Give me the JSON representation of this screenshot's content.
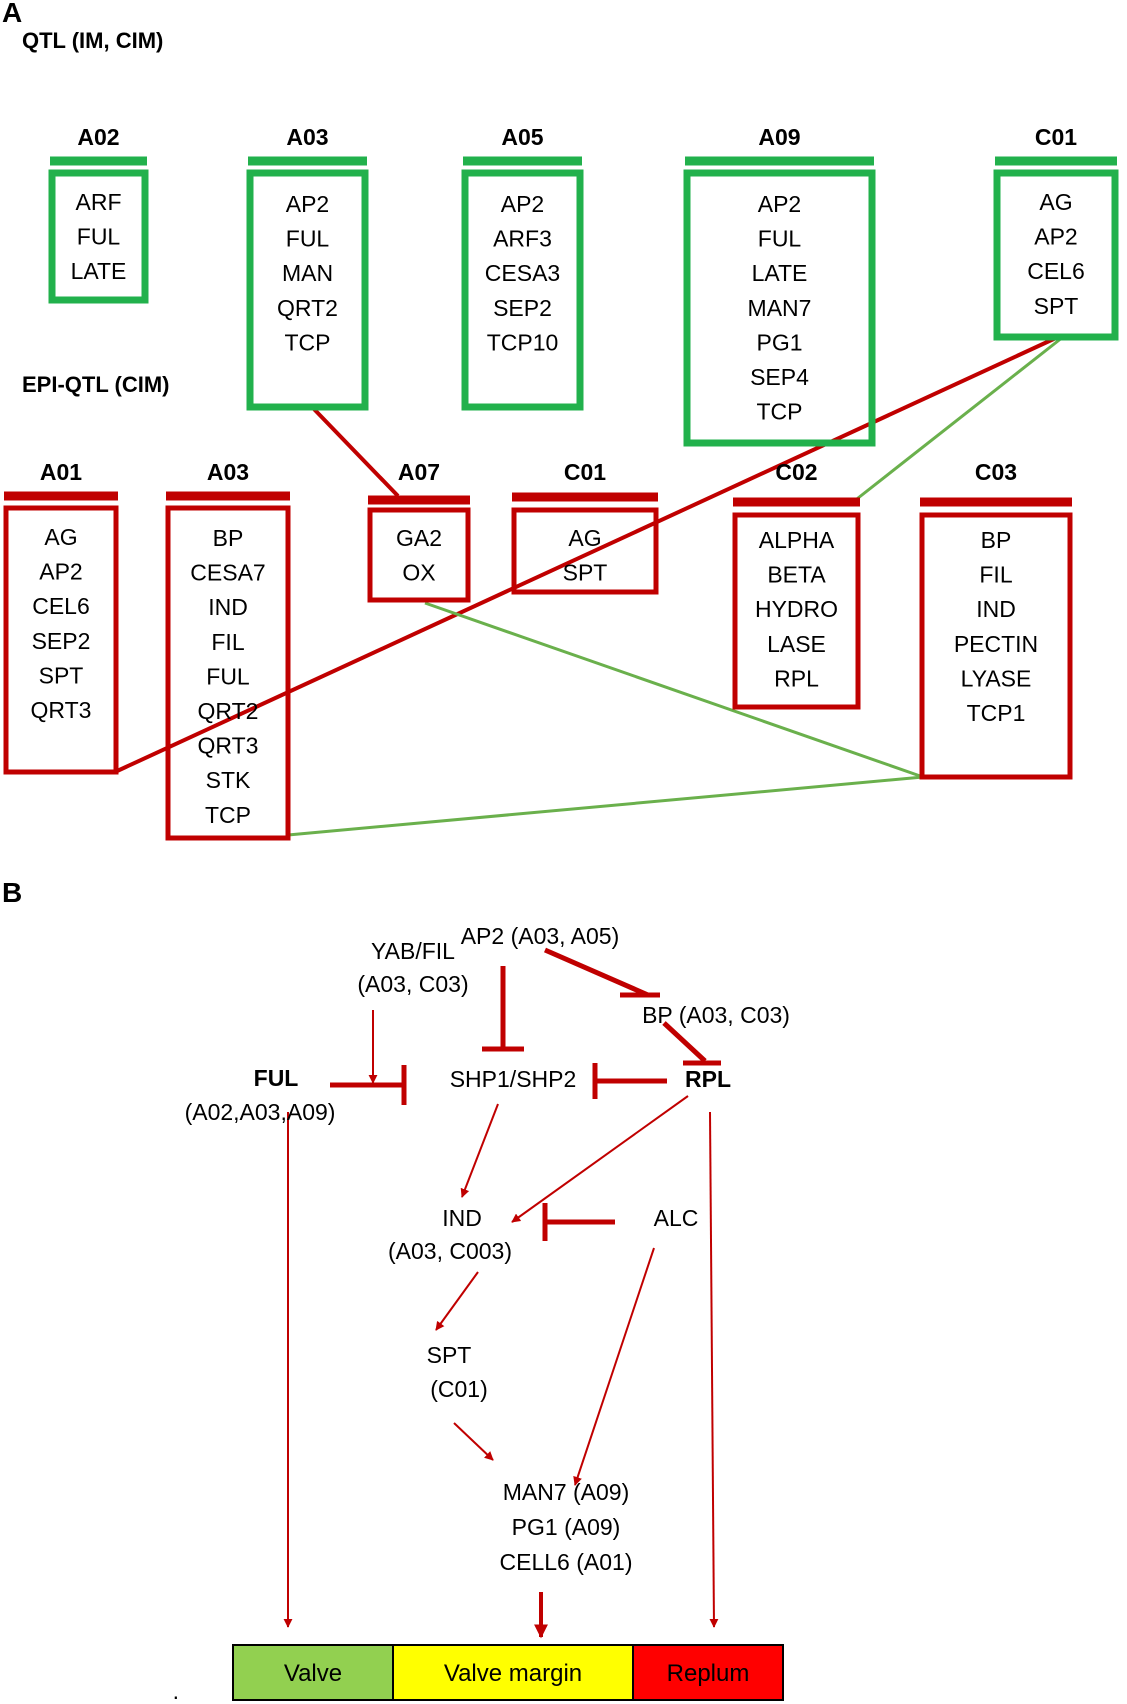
{
  "panel_a": {
    "label": "A",
    "qtl_title": "QTL (IM, CIM)",
    "epi_title": "EPI-QTL (CIM)",
    "qtl_groups": [
      {
        "chrom": "A02",
        "genes": [
          "ARF",
          "FUL",
          "LATE"
        ]
      },
      {
        "chrom": "A03",
        "genes": [
          "AP2",
          "FUL",
          "MAN",
          "QRT2",
          "TCP"
        ]
      },
      {
        "chrom": "A05",
        "genes": [
          "AP2",
          "ARF3",
          "CESA3",
          "SEP2",
          "TCP10"
        ]
      },
      {
        "chrom": "A09",
        "genes": [
          "AP2",
          "FUL",
          "LATE",
          "MAN7",
          "PG1",
          "SEP4",
          "TCP"
        ]
      },
      {
        "chrom": "C01",
        "genes": [
          "AG",
          "AP2",
          "CEL6",
          "SPT"
        ]
      }
    ],
    "epi_groups": [
      {
        "chrom": "A01",
        "genes": [
          "AG",
          "AP2",
          "CEL6",
          "SEP2",
          "SPT",
          "QRT3"
        ]
      },
      {
        "chrom": "A03",
        "genes": [
          "BP",
          "CESA7",
          "IND",
          "FIL",
          "FUL",
          "QRT2",
          "QRT3",
          "STK",
          "TCP"
        ]
      },
      {
        "chrom": "A07",
        "genes": [
          "GA2",
          "OX"
        ]
      },
      {
        "chrom": "C01",
        "genes": [
          "AG",
          "SPT"
        ]
      },
      {
        "chrom": "C02",
        "genes": [
          "ALPHA",
          "BETA",
          "HYDRO",
          "LASE",
          "RPL"
        ]
      },
      {
        "chrom": "C03",
        "genes": [
          "BP",
          "FIL",
          "IND",
          "PECTIN",
          "LYASE",
          "TCP1"
        ]
      }
    ],
    "colors": {
      "qtl": "#22b14c",
      "epi": "#c00000",
      "link_green": "#6ab04c",
      "link_red": "#c00000"
    }
  },
  "panel_b": {
    "label": "B",
    "nodes": {
      "ap2": "AP2 (A03, A05)",
      "yab_1": "YAB/FIL",
      "yab_2": "(A03, C03)",
      "bp": "BP (A03, C03)",
      "ful_1": "FUL",
      "ful_2": "(A02,A03,A09)",
      "shp": "SHP1/SHP2",
      "rpl": "RPL",
      "ind_1": "IND",
      "ind_2": "(A03, C003)",
      "alc": "ALC",
      "spt_1": "SPT",
      "spt_2": "(C01)",
      "man7": "MAN7 (A09)",
      "pg1": "PG1 (A09)",
      "cell6": "CELL6 (A01)"
    },
    "bar": [
      {
        "label": "Valve",
        "color": "#92d050"
      },
      {
        "label": "Valve margin",
        "color": "#ffff00"
      },
      {
        "label": "Replum",
        "color": "#ff0000"
      }
    ],
    "dot": "·",
    "colors": {
      "ful": "#22b14c",
      "rpl": "#e02020",
      "edge": "#c00000"
    }
  }
}
